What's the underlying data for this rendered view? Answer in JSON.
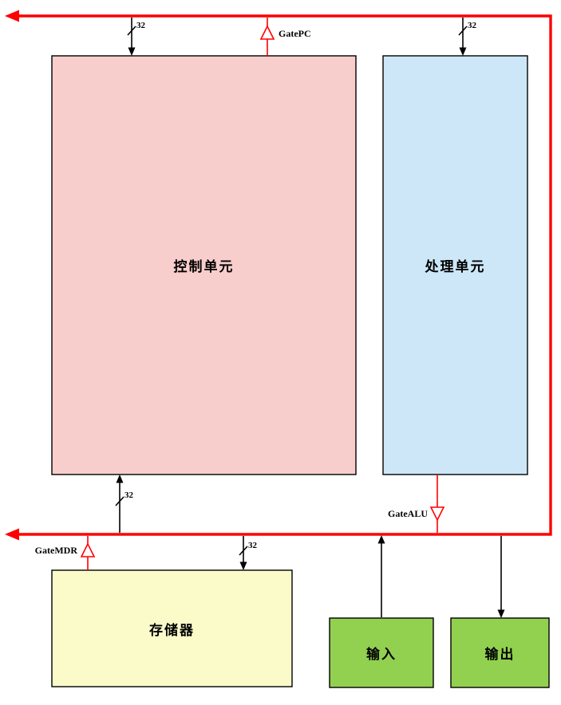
{
  "blocks": {
    "control_unit": {
      "label": "控制单元",
      "fill": "#f8cecc"
    },
    "processing_unit": {
      "label": "处理单元",
      "fill": "#cde7f8"
    },
    "memory": {
      "label": "存储器",
      "fill": "#fbfbca"
    },
    "input": {
      "label": "输入",
      "fill": "#92d050"
    },
    "output": {
      "label": "输出",
      "fill": "#92d050"
    }
  },
  "gates": {
    "gate_pc": {
      "label": "GatePC"
    },
    "gate_alu": {
      "label": "GateALU"
    },
    "gate_mdr": {
      "label": "GateMDR"
    }
  },
  "bus_labels": {
    "top_to_control_unit": "32",
    "top_to_processing_unit": "32",
    "bottom_to_control_unit": "32",
    "bottom_to_memory": "32"
  },
  "colors": {
    "bus": "#ff0000",
    "signal_line": "#000000",
    "gate_fill": "#ffffff",
    "block_border": "#000000"
  }
}
